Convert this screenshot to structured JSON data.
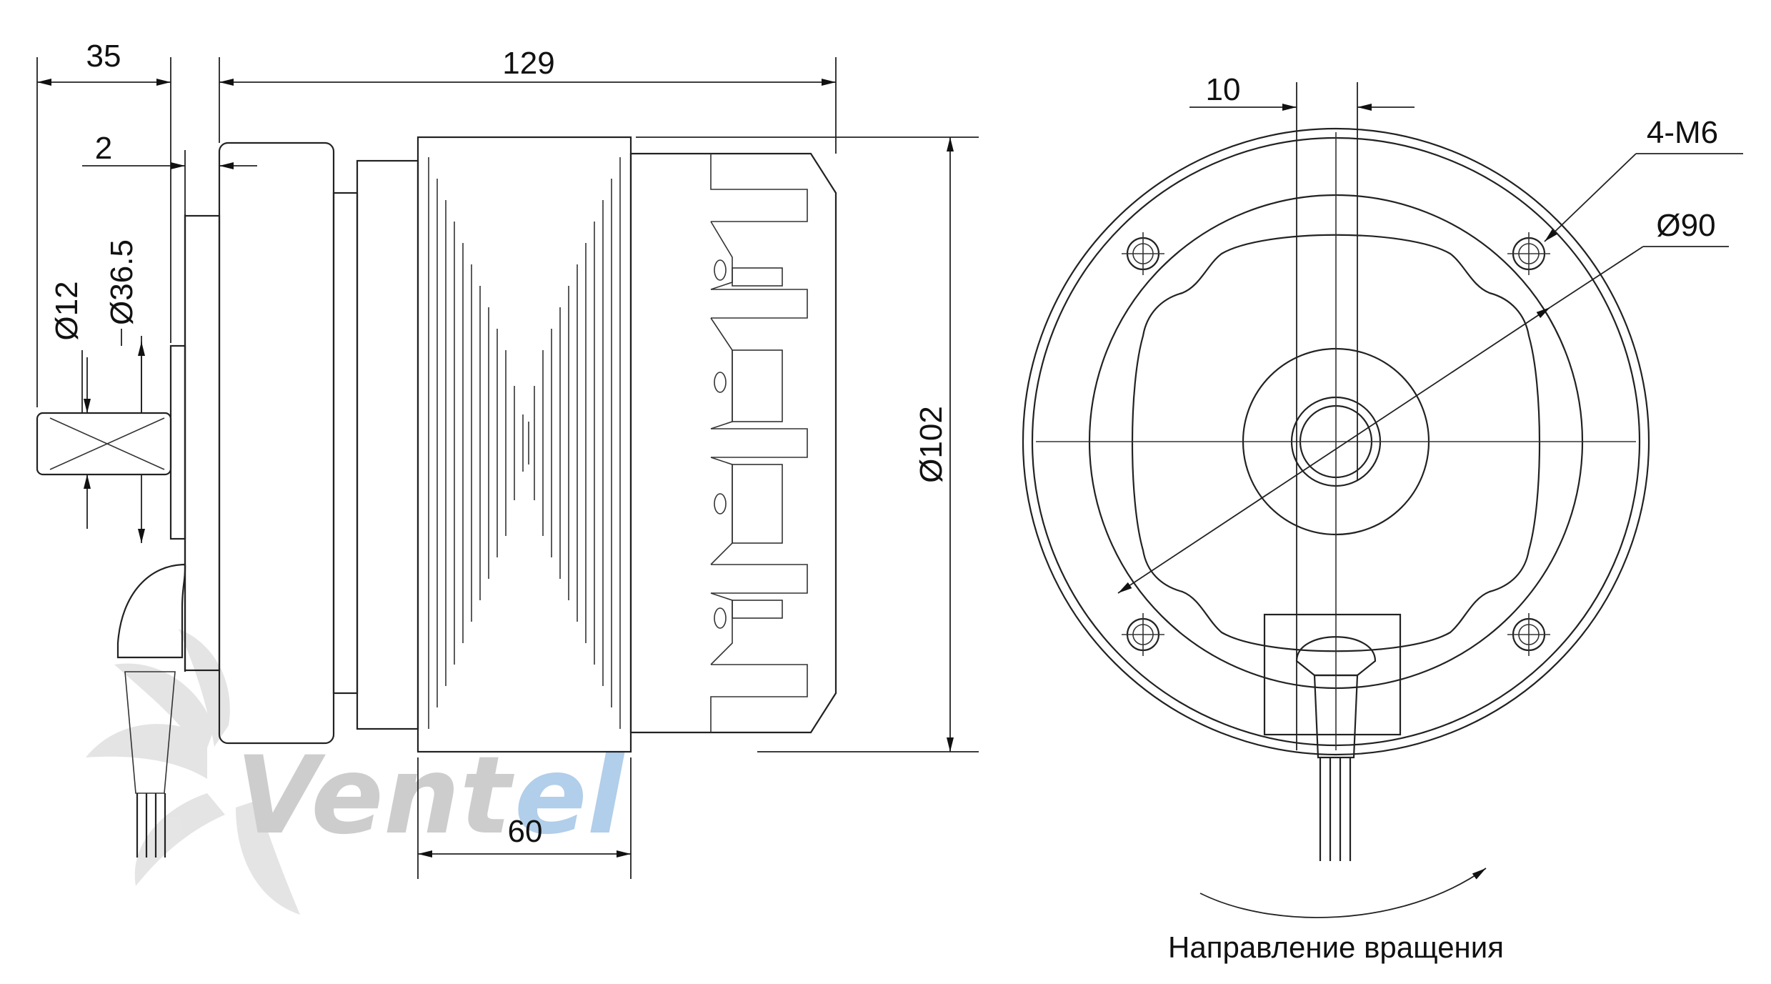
{
  "dimensions": {
    "shaft_length": "35",
    "flange_gap": "2",
    "total_length": "129",
    "shaft_diameter": "Ø12",
    "hub_diameter": "Ø36.5",
    "body_diameter": "Ø102",
    "fin_length": "60",
    "offset": "10",
    "holes": "4-M6",
    "bolt_circle": "Ø90"
  },
  "caption": "Направление вращения",
  "watermark": {
    "part1": "Vent",
    "part2": "el",
    "color_gray": "#c8c8c8",
    "color_blue": "#a9c9e8"
  }
}
